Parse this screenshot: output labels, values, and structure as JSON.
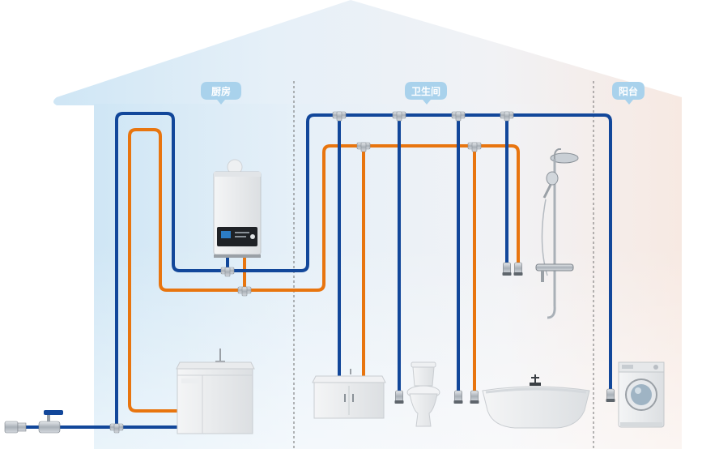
{
  "rooms": [
    {
      "id": "kitchen",
      "label": "厨房"
    },
    {
      "id": "bathroom",
      "label": "卫生间"
    },
    {
      "id": "balcony",
      "label": "阳台"
    }
  ],
  "colors": {
    "cold_pipe": "#12479a",
    "hot_pipe": "#e8750f",
    "tag_bg": "#a9d2ec",
    "divider": "#6f6f6f",
    "fitting": "#b9bec4"
  },
  "icons": [
    "main-valve-icon",
    "wall-boiler-icon",
    "kitchen-sink-cabinet-icon",
    "bathroom-vanity-icon",
    "toilet-icon",
    "bathtub-icon",
    "shower-set-icon",
    "washing-machine-icon"
  ]
}
